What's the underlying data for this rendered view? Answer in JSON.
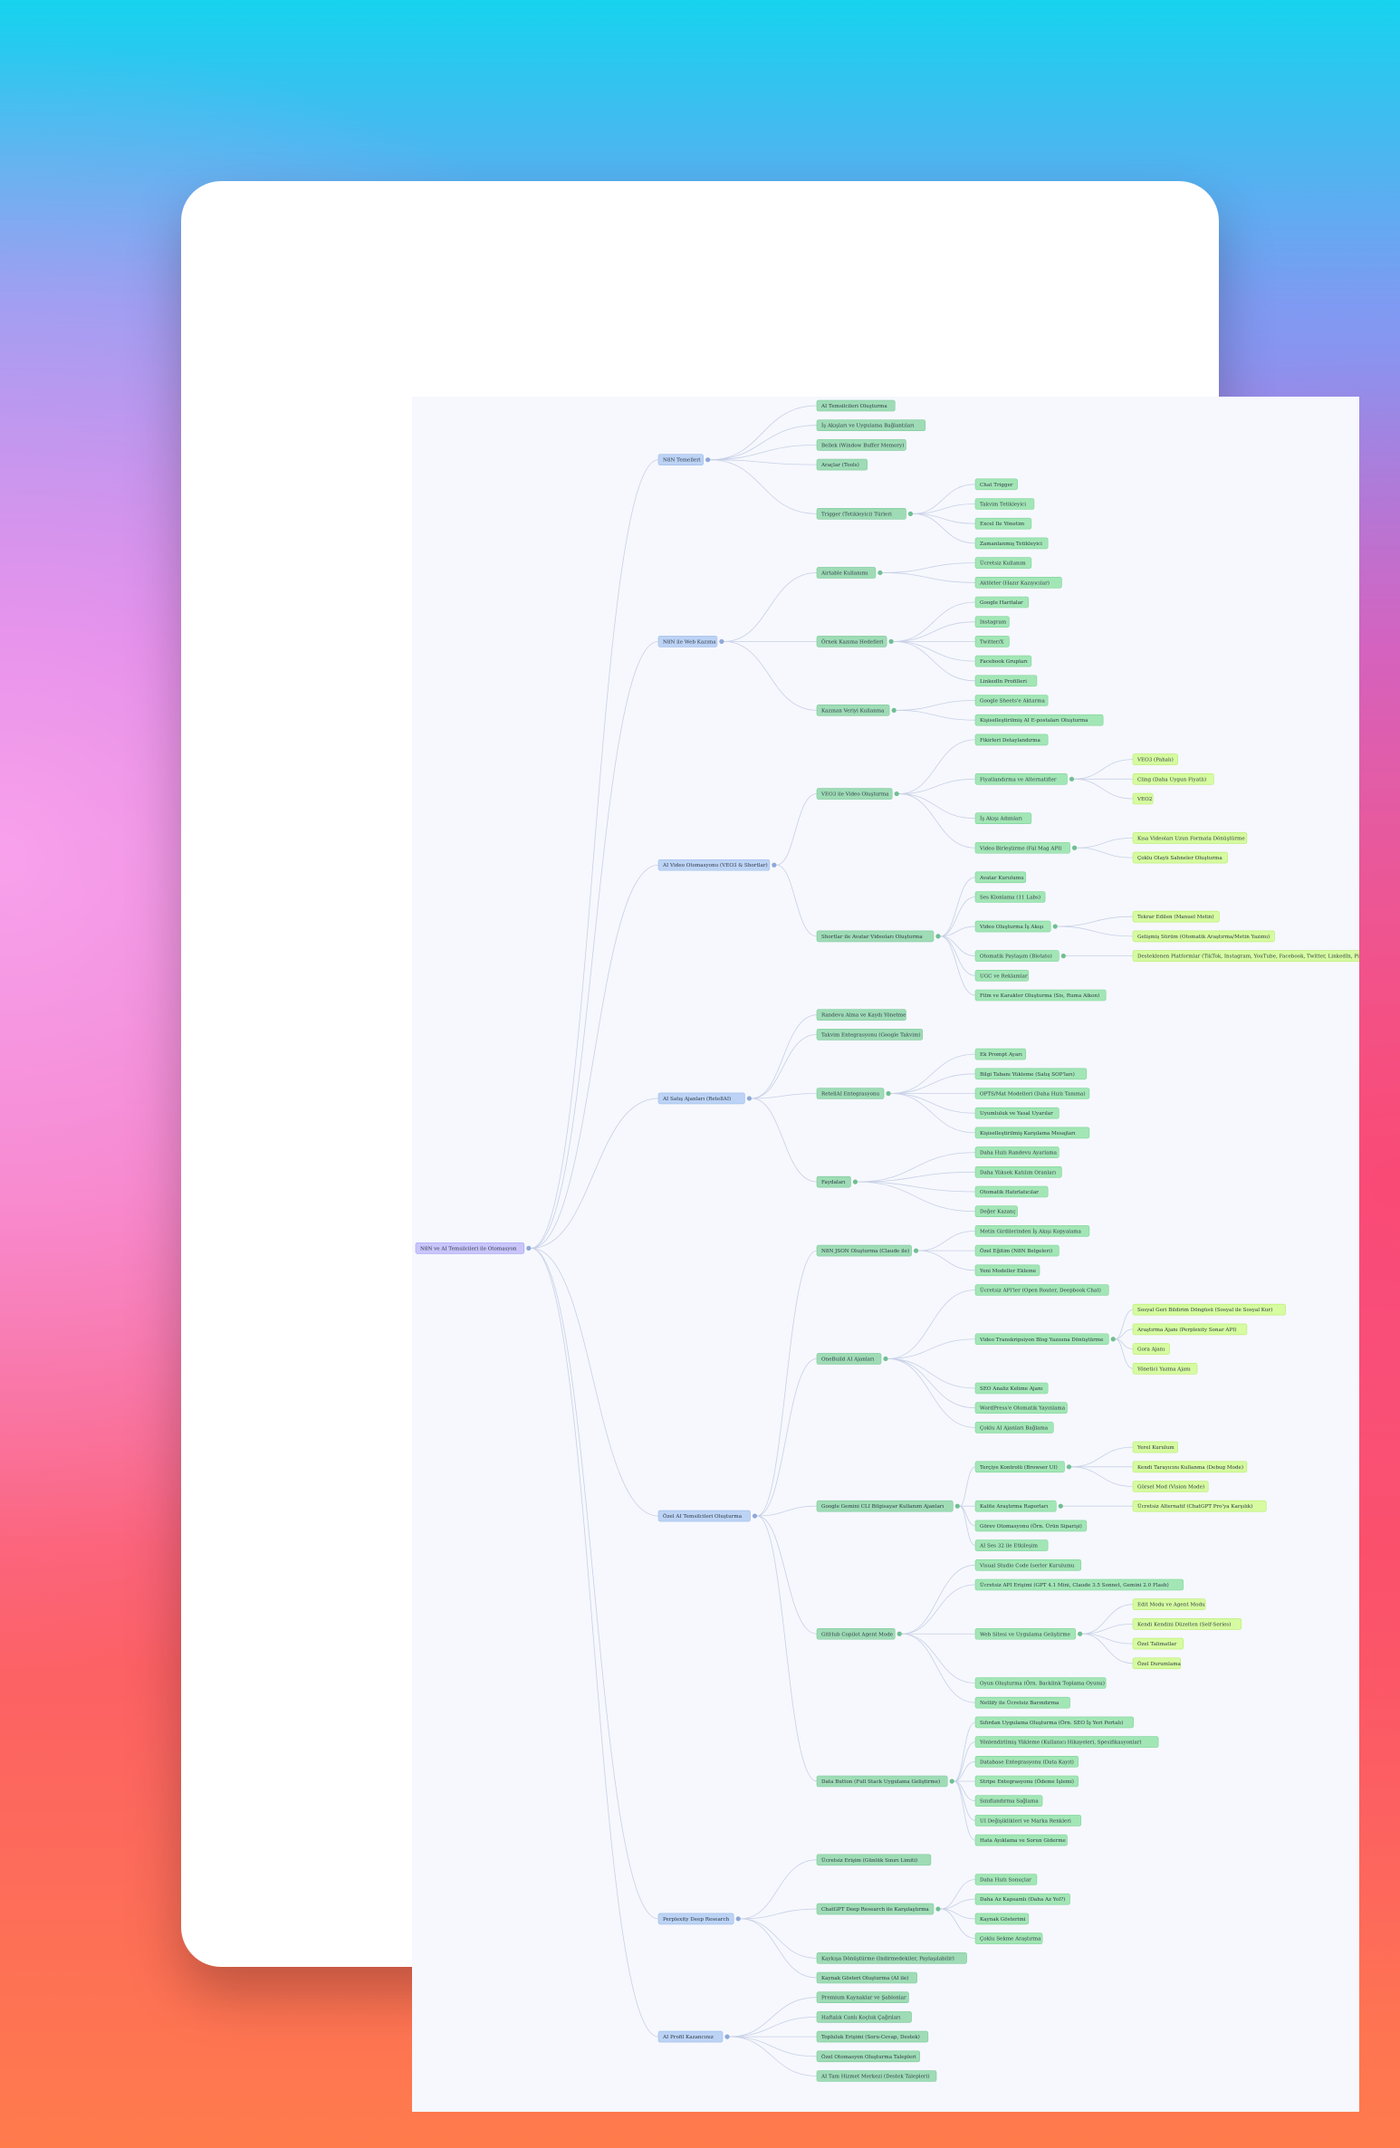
{
  "mindmap": {
    "label": "N8N ve AI Temsilcileri ile Otomasyon",
    "children": [
      {
        "label": "N8N Temelleri",
        "children": [
          {
            "label": "AI Temsilcileri Oluşturma"
          },
          {
            "label": "İş Akışları ve Uygulama Bağlantıları"
          },
          {
            "label": "Bellek (Window Buffer Memory)"
          },
          {
            "label": "Araçlar (Tools)"
          },
          {
            "label": "Trigger (Tetikleyici) Türleri",
            "children": [
              {
                "label": "Chat Trigger"
              },
              {
                "label": "Takvim Tetikleyici"
              },
              {
                "label": "Excel Ile Yönetim"
              },
              {
                "label": "Zamanlanmış Tetikleyici"
              }
            ]
          }
        ]
      },
      {
        "label": "N8N ile Web Kazıma",
        "children": [
          {
            "label": "Airtable Kullanımı",
            "children": [
              {
                "label": "Ücretsiz Kullanım"
              },
              {
                "label": "Aktörler (Hazır Kazıyıcılar)"
              }
            ]
          },
          {
            "label": "Örnek Kazıma Hedefleri",
            "children": [
              {
                "label": "Google Haritalar"
              },
              {
                "label": "Instagram"
              },
              {
                "label": "Twitter/X"
              },
              {
                "label": "Facebook Grupları"
              },
              {
                "label": "LinkedIn Profilleri"
              }
            ]
          },
          {
            "label": "Kazınan Veriyi Kullanma",
            "children": [
              {
                "label": "Google Sheets'e Aktarma"
              },
              {
                "label": "Kişiselleştirilmiş AI E-postaları Oluşturma"
              }
            ]
          }
        ]
      },
      {
        "label": "AI Video Otomasyonu (VEO3 & Shortlar)",
        "children": [
          {
            "label": "VEO3 ile Video Oluşturma",
            "children": [
              {
                "label": "Fikirleri Detaylandırma"
              },
              {
                "label": "Fiyatlandırma ve Alternatifler",
                "children": [
                  {
                    "label": "VEO3 (Pahalı)"
                  },
                  {
                    "label": "Cling (Daha Uygun Fiyatlı)"
                  },
                  {
                    "label": "VEO2"
                  }
                ]
              },
              {
                "label": "İş Akışı Adımları"
              },
              {
                "label": "Video Birleştirme (Fal Mag API)",
                "children": [
                  {
                    "label": "Kısa Videoları Uzun Formata Dönüştürme"
                  },
                  {
                    "label": "Çoklu Olaylı Sahneler Oluşturma"
                  }
                ]
              }
            ]
          },
          {
            "label": "Shortlar ile Avatar Videoları Oluşturma",
            "children": [
              {
                "label": "Avatar Kurulumu"
              },
              {
                "label": "Ses Klonlama (11 Labs)"
              },
              {
                "label": "Video Oluşturma İş Akışı",
                "children": [
                  {
                    "label": "Tekrar Edilen (Manuel Metin)"
                  },
                  {
                    "label": "Gelişmiş Sürüm (Otomatik Araştırma/Metin Yazımı)"
                  }
                ]
              },
              {
                "label": "Otomatik Paylaşım (Blotato)",
                "children": [
                  {
                    "label": "Desteklenen Platformlar (TikTok, Instagram, YouTube, Facebook, Twitter, LinkedIn, Pinterest)"
                  }
                ]
              },
              {
                "label": "UGC ve Reklamlar"
              },
              {
                "label": "Film ve Karakter Oluşturma (Sis, Ruma Aikon)"
              }
            ]
          }
        ]
      },
      {
        "label": "AI Satış Ajanları (RetellAI)",
        "children": [
          {
            "label": "Randevu Alma ve Kaydı Yönetme"
          },
          {
            "label": "Takvim Entegrasyonu (Google Takvim)"
          },
          {
            "label": "RetellAI Entegrasyonu",
            "children": [
              {
                "label": "Ek Prompt Ayarı"
              },
              {
                "label": "Bilgi Tabanı Yükleme (Satış SOP'ları)"
              },
              {
                "label": "OPTS/Mat Modelleri (Daha Hızlı Tanıma)"
              },
              {
                "label": "Uyumluluk ve Yasal Uyarılar"
              },
              {
                "label": "Kişiselleştirilmiş Karşılama Mesajları"
              }
            ]
          },
          {
            "label": "Faydaları",
            "children": [
              {
                "label": "Daha Hızlı Randevu Ayarlama"
              },
              {
                "label": "Daha Yüksek Katılım Oranları"
              },
              {
                "label": "Otomatik Hatırlatıcılar"
              },
              {
                "label": "Değer Kazanç"
              }
            ]
          }
        ]
      },
      {
        "label": "Özel AI Temsilcileri Oluşturma",
        "children": [
          {
            "label": "N8N JSON Oluşturma (Claude ile)",
            "children": [
              {
                "label": "Metin Girdilerinden İş Akışı Kopyalama"
              },
              {
                "label": "Özel Eğitim (N8N Belgeleri)"
              },
              {
                "label": "Yeni Modeller Ekleme"
              }
            ]
          },
          {
            "label": "OneBuild AI Ajanları",
            "children": [
              {
                "label": "Ücretsiz API'ler (Open Router, Deepbook Chat)"
              },
              {
                "label": "Video Transkripsiyon Blog Yazısına Dönüştürme",
                "children": [
                  {
                    "label": "Sosyal Geri Bildirim Döngüsü (Sosyal ile Sosyal Kur)"
                  },
                  {
                    "label": "Araştırma Ajanı (Perplexity Sonar API)"
                  },
                  {
                    "label": "Gora Ajanı"
                  },
                  {
                    "label": "Yönetici Yazma Ajanı"
                  }
                ]
              },
              {
                "label": "SEO Analiz Kelime Ajanı"
              },
              {
                "label": "WordPress'e Otomatik Yayınlama"
              },
              {
                "label": "Çoklu AI Ajanları Bağlama"
              }
            ]
          },
          {
            "label": "Google Gemini CLI Bilgisayar Kullanım Ajanları",
            "children": [
              {
                "label": "Terçiye Kontrolü (Browser UI)",
                "children": [
                  {
                    "label": "Yerel Kurulum"
                  },
                  {
                    "label": "Kendi Tarayıcını Kullanma (Debug Mode)"
                  },
                  {
                    "label": "Görsel Mod (Vision Mode)"
                  }
                ]
              },
              {
                "label": "Kalite Araştırma Raporları",
                "children": [
                  {
                    "label": "Ücretsiz Alternatif (ChatGPT Pro'ya Karşılık)"
                  }
                ]
              },
              {
                "label": "Görev Otomasyonu (Örn. Ürün Siparişi)"
              },
              {
                "label": "AI Ses 32 ile Etkileşim"
              }
            ]
          },
          {
            "label": "GitHub Copilot Agent Mode",
            "children": [
              {
                "label": "Visual Studio Code Iserler Kurulumu"
              },
              {
                "label": "Ücretsiz API Erişimi (GPT 4.1 Mini, Claude 3.5 Sonnet, Gemini 2.0 Flash)"
              },
              {
                "label": "Web Sitesi ve Uygulama Geliştirme",
                "children": [
                  {
                    "label": "Edit Modu ve Agent Modu"
                  },
                  {
                    "label": "Kendi Kendini Düzelten (Self-Series)"
                  },
                  {
                    "label": "Özel Talimatlar"
                  },
                  {
                    "label": "Özel Durumlama"
                  }
                ]
              },
              {
                "label": "Oyun Oluşturma (Örn. Backlink Toplama Oyunu)"
              },
              {
                "label": "Netlify ile Ücretsiz Barındırma"
              }
            ]
          },
          {
            "label": "Data Button (Full Stack Uygulama Geliştirme)",
            "children": [
              {
                "label": "Sıfırdan Uygulama Oluşturma (Örn. SEO İş Yeri Portalı)"
              },
              {
                "label": "Yönlendirilmiş Yükleme (Kullanıcı Hikayeleri, Spesifikasyonlar)"
              },
              {
                "label": "Database Entegrasyonu (Data Kayıt)"
              },
              {
                "label": "Stripe Entegrasyonu (Ödeme İşlemi)"
              },
              {
                "label": "Sınıflandırma Sağlama"
              },
              {
                "label": "UI Değişiklikleri ve Marka Renkleri"
              },
              {
                "label": "Hata Ayıklama ve Sorun Giderme"
              }
            ]
          }
        ]
      },
      {
        "label": "Perplexity Deep Research",
        "children": [
          {
            "label": "Ücretsiz Erişim (Günlük Sınırı Limiti)"
          },
          {
            "label": "ChatGPT Deep Research ile Karşılaştırma",
            "children": [
              {
                "label": "Daha Hızlı Sonuçlar"
              },
              {
                "label": "Daha Az Kapsamlı (Daha Az Yol?)"
              },
              {
                "label": "Kaynak Gösterimi"
              },
              {
                "label": "Çoklu Sekme Araştırma"
              }
            ]
          },
          {
            "label": "Kaykışa Dönüştürme (Indirmedekiler, Paylaşılabilir)"
          },
          {
            "label": "Kaynak Gösteri Oluşturma (AI ile)"
          }
        ]
      },
      {
        "label": "AI Profil Kazancınız",
        "children": [
          {
            "label": "Premium Kaynaklar ve Şablonlar"
          },
          {
            "label": "Haftalık Canlı Koçluk Çağrıları"
          },
          {
            "label": "Topluluk Erişimi (Soru-Cevap, Destek)"
          },
          {
            "label": "Özel Otomasyon Oluşturma Talepleri"
          },
          {
            "label": "AI Tam Hizmet Merkezi (Destek Talepleri)"
          }
        ]
      }
    ]
  },
  "colors": {
    "root_fill": "#c9c5fb",
    "root_stroke": "#a9a3ef",
    "branch_fill": "#bcd3f5",
    "branch_stroke": "#9fbcea",
    "mid_fill": "#9fdcb6",
    "mid_stroke": "#7fca9d",
    "leaf_fill": "#a3e6b6",
    "leaf_stroke": "#7fd49a",
    "deep_fill": "#d6fba0",
    "deep_stroke": "#b9ec72",
    "link": "#c8d0e6",
    "dot": "#8fa8d8",
    "dot_green": "#6fbf91"
  }
}
